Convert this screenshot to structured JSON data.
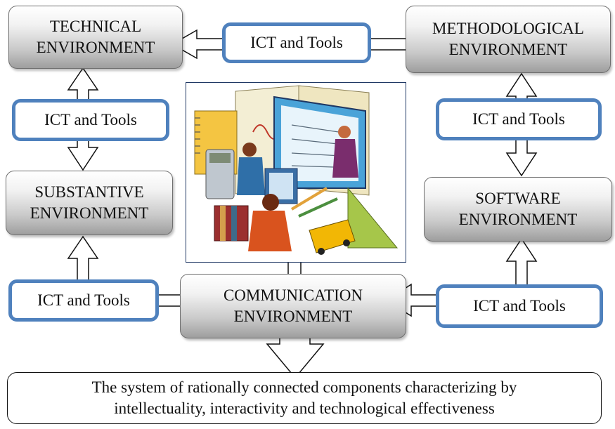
{
  "environments": {
    "technical": [
      "TECHNICAL",
      "ENVIRONMENT"
    ],
    "methodological": [
      "METHODOLOGICAL",
      "ENVIRONMENT"
    ],
    "substantive": [
      "SUBSTANTIVE",
      "ENVIRONMENT"
    ],
    "software": [
      "SOFTWARE",
      "ENVIRONMENT"
    ],
    "communication": [
      "COMMUNICATION",
      "ENVIRONMENT"
    ]
  },
  "ict_label": "ICT and Tools",
  "bottom_box": [
    "The system of rationally connected components characterizing by",
    "intellectuality, interactivity and technological effectiveness"
  ],
  "colors": {
    "ict_border": "#4f81bd",
    "clipart_border": "#1f3864"
  }
}
